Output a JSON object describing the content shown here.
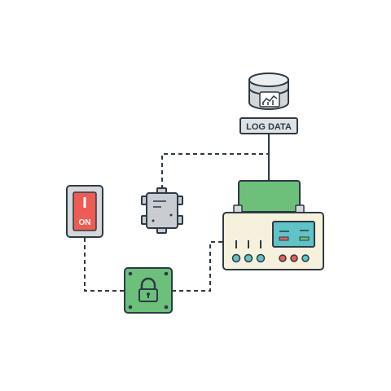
{
  "diagram": {
    "nodes": {
      "database": {
        "label": "LOG DATA",
        "icon": "database-chart-icon"
      },
      "power_switch": {
        "label": "ON",
        "state": "on",
        "icon": "power-switch-icon"
      },
      "controller": {
        "icon": "controller-module-icon"
      },
      "lock_module": {
        "icon": "padlock-icon"
      },
      "control_panel": {
        "icon": "control-panel-icon"
      }
    },
    "edges": [
      {
        "from": "database",
        "to": "control_panel",
        "style": "solid"
      },
      {
        "from": "controller",
        "to": "database",
        "style": "dashed"
      },
      {
        "from": "power_switch",
        "to": "lock_module",
        "style": "dashed"
      },
      {
        "from": "lock_module",
        "to": "control_panel",
        "style": "dashed"
      }
    ],
    "colors": {
      "stroke": "#2d3a45",
      "accent_green": "#6cc07a",
      "switch_red": "#ee5b52",
      "panel_cream": "#f6f1dc",
      "screen_teal": "#5fc3c7",
      "device_gray": "#c9cdd2",
      "db_gray": "#d3d6d9"
    }
  }
}
